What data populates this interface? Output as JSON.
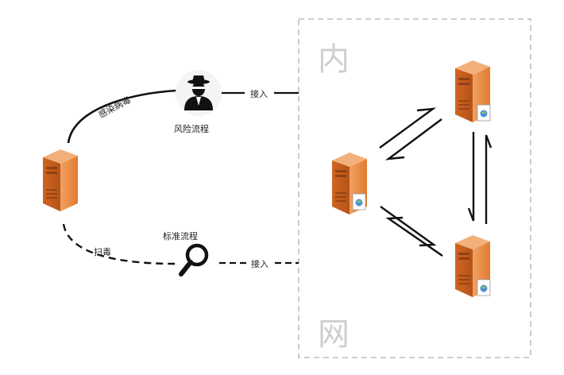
{
  "diagram": {
    "region_label_top": "内",
    "region_label_bottom": "网",
    "labels": {
      "infect": "感染病毒",
      "risk_process": "风险流程",
      "access_top": "接入",
      "scan": "扫毒",
      "standard_process": "标准流程",
      "access_bottom": "接入"
    },
    "icons": {
      "server": "server-icon",
      "hacker": "hacker-icon",
      "magnifier": "magnifier-icon"
    },
    "colors": {
      "server_orange": "#e8813a",
      "server_dark": "#c85f1c",
      "line": "#111111",
      "dashed_border": "#bdbdbd"
    }
  }
}
